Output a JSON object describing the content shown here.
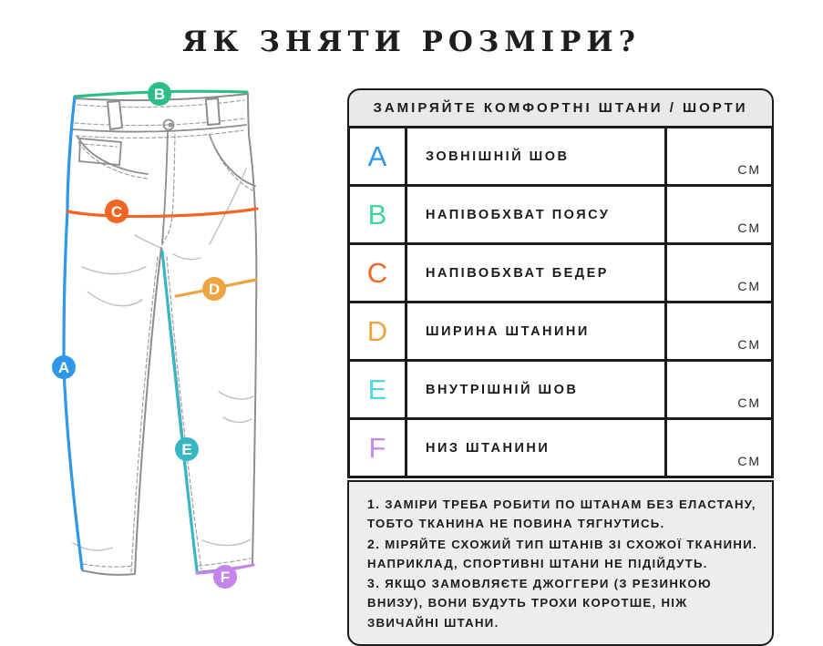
{
  "title": "ЯК ЗНЯТИ РОЗМІРИ?",
  "table": {
    "header": "ЗАМІРЯЙТЕ КОМФОРТНІ ШТАНИ / ШОРТИ",
    "unit": "СМ",
    "rows": [
      {
        "letter": "A",
        "label": "ЗОВНІШНІЙ ШОВ",
        "color": "#2f97e8"
      },
      {
        "letter": "B",
        "label": "НАПІВОБХВАТ ПОЯСУ",
        "color": "#3ed598"
      },
      {
        "letter": "C",
        "label": "НАПІВОБХВАТ БЕДЕР",
        "color": "#f26522"
      },
      {
        "letter": "D",
        "label": "ШИРИНА ШТАНИНИ",
        "color": "#f0a43e"
      },
      {
        "letter": "E",
        "label": "ВНУТРІШНІЙ ШОВ",
        "color": "#52d7dc"
      },
      {
        "letter": "F",
        "label": "НИЗ ШТАНИНИ",
        "color": "#c48bf0"
      }
    ]
  },
  "notes": [
    {
      "num": "1.",
      "text": "ЗАМІРИ ТРЕБА РОБИТИ ПО ШТАНАМ БЕЗ ЕЛАСТАНУ, ТОБТО ТКАНИНА НЕ ПОВИНА ТЯГНУТИСЬ."
    },
    {
      "num": "2.",
      "text": "МІРЯЙТЕ СХОЖИЙ ТИП ШТАНІВ ЗІ СХОЖОЇ ТКАНИНИ. НАПРИКЛАД, СПОРТИВНІ ШТАНИ НЕ ПІДІЙДУТЬ."
    },
    {
      "num": "3.",
      "text": "ЯКЩО ЗАМОВЛЯЄТЕ ДЖОГГЕРИ (З РЕЗИНКОЮ ВНИЗУ), ВОНИ БУДУТЬ ТРОХИ КОРОТШЕ, НІЖ ЗВИЧАЙНІ ШТАНИ."
    }
  ],
  "diagram": {
    "markers": [
      {
        "letter": "A",
        "color": "#2f97e8"
      },
      {
        "letter": "B",
        "color": "#2ebd85"
      },
      {
        "letter": "C",
        "color": "#f26522"
      },
      {
        "letter": "D",
        "color": "#eea440"
      },
      {
        "letter": "E",
        "color": "#38b6c4"
      },
      {
        "letter": "F",
        "color": "#c583ee"
      }
    ]
  }
}
